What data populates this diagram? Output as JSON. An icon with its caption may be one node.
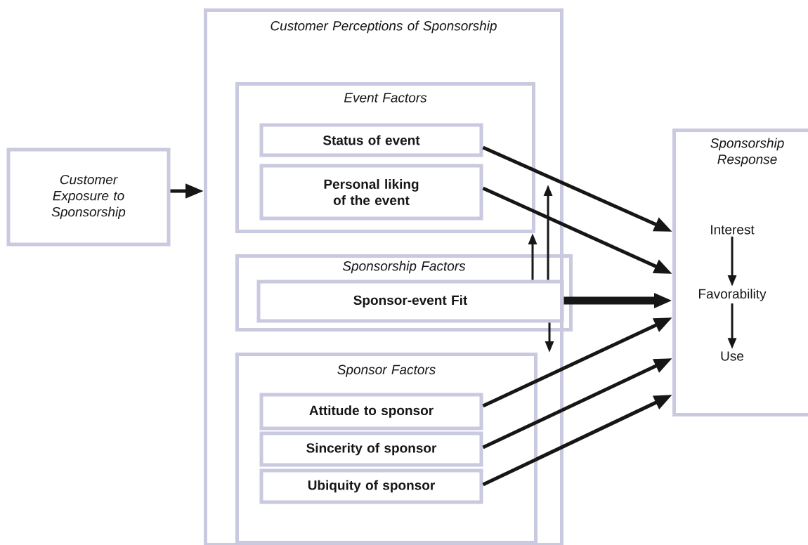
{
  "diagram": {
    "nodes": [
      {
        "text": [
          "Customer Exposure to Sponsorship"
        ]
      },
      {
        "text": [
          "Customer Perceptions of Sponsorship"
        ]
      },
      {
        "text": [
          "Event Factors"
        ],
        "in": 1
      },
      {
        "text": [
          "Status of event"
        ],
        "in": 2
      },
      {
        "text": [
          "Personal liking of the event"
        ],
        "in": 2
      },
      {
        "text": [
          "Sponsorship Factors"
        ],
        "in": 1
      },
      {
        "text": [
          "Sponsor-event Fit"
        ],
        "in": 5
      },
      {
        "text": [
          "Sponsor Factors"
        ],
        "in": 1
      },
      {
        "text": [
          "Attitude to sponsor"
        ],
        "in": 7
      },
      {
        "text": [
          "Sincerity of sponsor"
        ],
        "in": 7
      },
      {
        "text": [
          "Ubiquity of sponsor"
        ],
        "in": 7
      },
      {
        "text": [
          "Sponsorship Response"
        ]
      },
      {
        "text": [
          "Interest"
        ],
        "in": 11
      },
      {
        "text": [
          "Favorability"
        ],
        "in": 11
      },
      {
        "text": [
          "Use"
        ],
        "in": 11
      }
    ],
    "edges": [
      {
        "from": 0,
        "to": 1,
        "arrow": "to"
      },
      {
        "from": 3,
        "to": 11,
        "arrow": "to"
      },
      {
        "from": 4,
        "to": 11,
        "arrow": "to"
      },
      {
        "from": 6,
        "to": 11,
        "arrow": "to",
        "style": "thick"
      },
      {
        "from": 8,
        "to": 11,
        "arrow": "to"
      },
      {
        "from": 9,
        "to": 11,
        "arrow": "to"
      },
      {
        "from": 10,
        "to": 11,
        "arrow": "to"
      },
      {
        "from": 6,
        "to": 2,
        "arrow": "to"
      },
      {
        "from": 6,
        "to": null,
        "arrow": "to"
      },
      {
        "from": 6,
        "to": 7,
        "arrow": "to"
      },
      {
        "from": 12,
        "to": 13,
        "arrow": "to"
      },
      {
        "from": 13,
        "to": 14,
        "arrow": "to"
      }
    ]
  }
}
